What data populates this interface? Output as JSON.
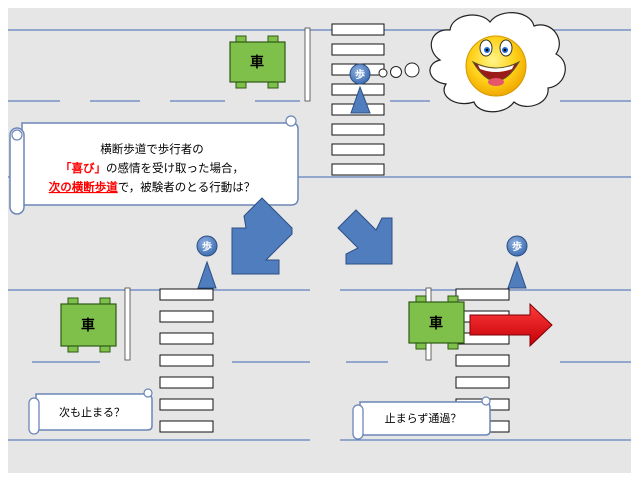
{
  "scene_top": {
    "car_label": "車",
    "pedestrian_label": "歩"
  },
  "scroll": {
    "line1": "横断歩道で歩行者の",
    "line2_highlight": "「喜び」",
    "line2_rest": "の感情を受け取った場合，",
    "line3_highlight": "次の横断歩道",
    "line3_rest": "で，被験者のとる行動は？"
  },
  "scene_left": {
    "car_label": "車",
    "pedestrian_label": "歩",
    "caption": "次も止まる？"
  },
  "scene_right": {
    "car_label": "車",
    "pedestrian_label": "歩",
    "caption": "止まらず通過？"
  },
  "colors": {
    "background": "#e6e6e6",
    "road_line": "#5f7fbf",
    "car_fill": "#7ec04a",
    "car_stroke": "#2f5a14",
    "pedestrian_fill": "#5b86c6",
    "arrow_fill": "#4f7dbe",
    "red_arrow": "#e8000b",
    "highlight_text": "#ff0000",
    "face_fill": "#ffd21a"
  },
  "icons": [
    "car-icon",
    "pedestrian-icon",
    "thought-bubble",
    "smiley-face-icon",
    "down-left-arrow",
    "down-right-arrow",
    "red-right-arrow"
  ]
}
